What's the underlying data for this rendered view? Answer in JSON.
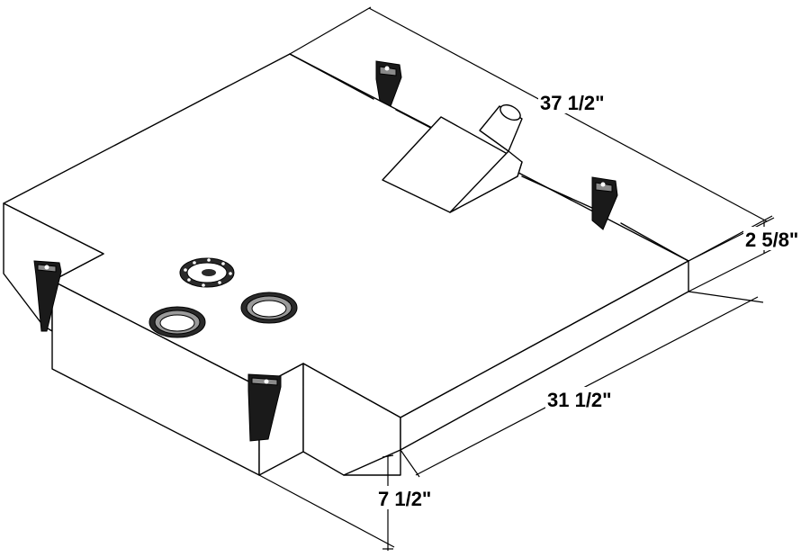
{
  "dimensions": {
    "length": "37 1/2\"",
    "height_step": "2 5/8\"",
    "width": "31 1/2\"",
    "height_total": "7 1/2\""
  },
  "colors": {
    "line": "#000000",
    "background": "#ffffff"
  },
  "icons": [
    "mounting-bracket-icon",
    "fuel-sender-flange-icon",
    "fill-neck-icon",
    "access-port-icon"
  ]
}
